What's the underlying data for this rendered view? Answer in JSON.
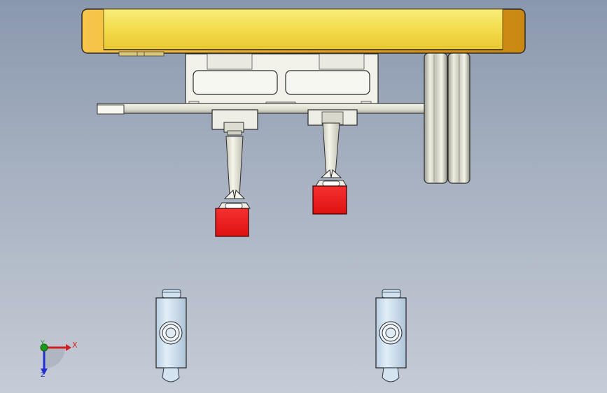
{
  "app": {
    "view": "cad-3d-viewport"
  },
  "triad": {
    "x_label": "X",
    "y_label": "Y",
    "z_label": "Z",
    "x_color": "#d21f1f",
    "y_color": "#1a9a1a",
    "z_color": "#1f2fd0"
  },
  "colors": {
    "background_top": "#8a98ae",
    "background_bottom": "#c6ccd6",
    "top_plate": "#f3dc4b",
    "top_plate_edge": "#e7a922",
    "gripper_pad": "#ee1c1c",
    "steel": "#eeeee2",
    "locator_block": "#d6e6f3"
  },
  "model": {
    "parts": [
      "top-mounting-plate",
      "cylinder-body",
      "guide-rod",
      "gripper-rod-left",
      "gripper-rod-right",
      "gripper-pad-left",
      "gripper-pad-right",
      "side-wheel-assembly",
      "locating-pin-left",
      "locating-pin-right"
    ]
  }
}
